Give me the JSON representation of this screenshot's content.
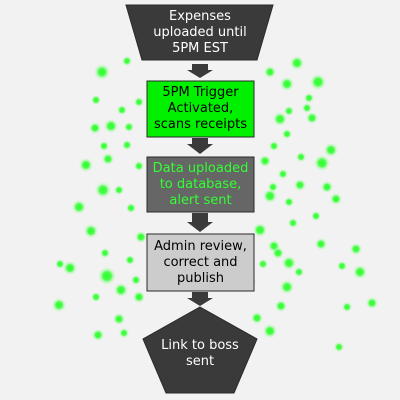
{
  "flowchart": {
    "steps": [
      {
        "text": "Expenses uploaded until 5PM EST",
        "fill": "#3a3a3a",
        "text_color": "#ffffff"
      },
      {
        "text": "5PM Trigger Activated, scans receipts",
        "fill": "#00f000",
        "text_color": "#000000"
      },
      {
        "text": "Data uploaded to database, alert sent",
        "fill": "#666666",
        "text_color": "#33ff33"
      },
      {
        "text": "Admin review, correct and publish",
        "fill": "#cccccc",
        "text_color": "#000000"
      },
      {
        "text": "Link to boss sent",
        "fill": "#3a3a3a",
        "text_color": "#ffffff"
      }
    ],
    "connector_color": "#3a3a3a",
    "glow_color": "#33ff33"
  }
}
